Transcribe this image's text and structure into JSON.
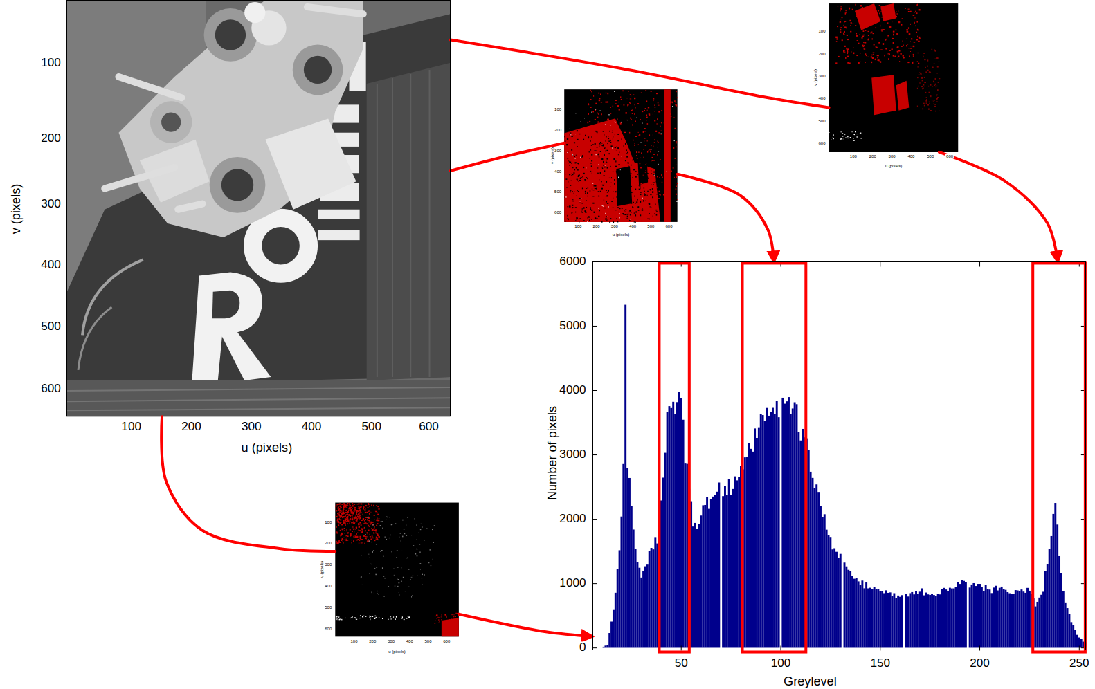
{
  "diagram": {
    "nodes": [
      {
        "text": [
          "v (pixels)",
          "u (pixels)"
        ]
      },
      {
        "text": [
          "v (pixels)",
          "u (pixels)"
        ]
      },
      {
        "text": [
          "v (pixels)",
          "u (pixels)"
        ]
      },
      {
        "text": [
          "Number of pixels",
          "Greylevel"
        ]
      },
      {
        "text": [
          "v (pixels)",
          "u (pixels)"
        ]
      }
    ],
    "edges": [
      {
        "from": 0,
        "to": 1,
        "arrow": "none"
      },
      {
        "from": 0,
        "to": 2,
        "arrow": "none"
      },
      {
        "from": 0,
        "to": 4,
        "arrow": "none"
      },
      {
        "from": 1,
        "to": 3,
        "arrow": "to"
      },
      {
        "from": 2,
        "to": 3,
        "arrow": "to"
      },
      {
        "from": 4,
        "to": 3,
        "arrow": "to"
      }
    ],
    "labels": [
      "100",
      "200",
      "300",
      "400",
      "500",
      "600",
      "100",
      "200",
      "300",
      "400",
      "500",
      "600",
      "100",
      "200",
      "300",
      "400",
      "500",
      "600",
      "100",
      "200",
      "300",
      "400",
      "500",
      "600",
      "100",
      "200",
      "300",
      "400",
      "500",
      "600",
      "100",
      "200",
      "300",
      "400",
      "500",
      "600",
      "6000",
      "5000",
      "4000",
      "3000",
      "2000",
      "1000",
      "0",
      "50",
      "100",
      "150",
      "200",
      "250",
      "100",
      "200",
      "300",
      "400",
      "500",
      "600",
      "100",
      "200",
      "300",
      "400",
      "500",
      "600"
    ]
  }
}
